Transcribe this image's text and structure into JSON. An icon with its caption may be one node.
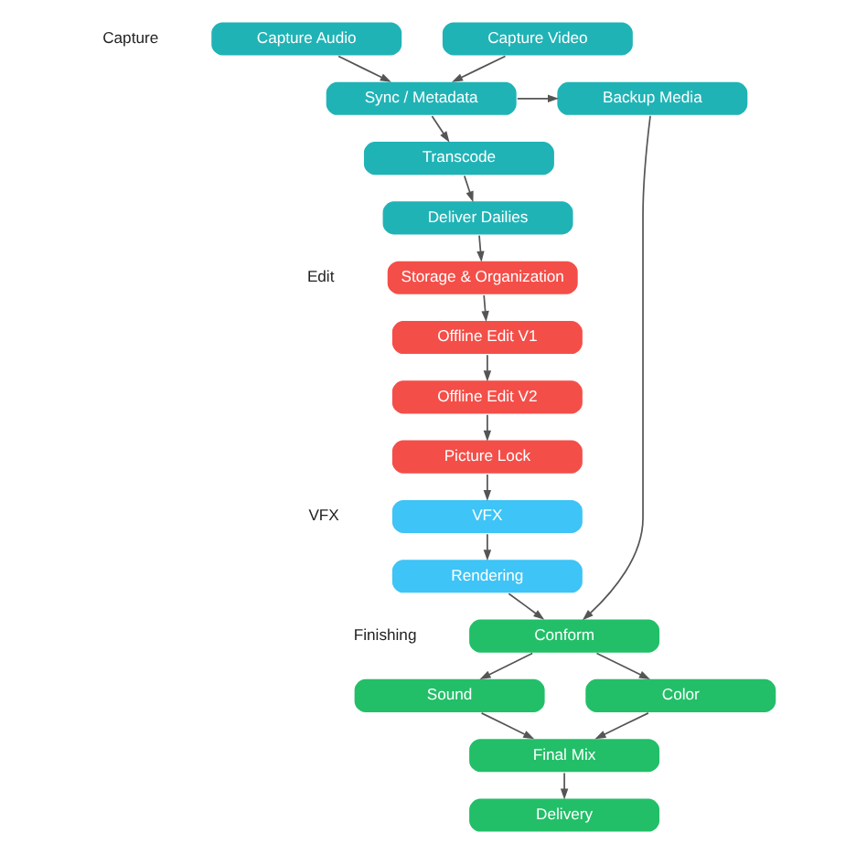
{
  "diagram": {
    "nodes": [
      {
        "text": [
          "Capture Audio"
        ]
      },
      {
        "text": [
          "Capture Video"
        ]
      },
      {
        "text": [
          "Sync / Metadata"
        ]
      },
      {
        "text": [
          "Backup Media"
        ]
      },
      {
        "text": [
          "Transcode"
        ]
      },
      {
        "text": [
          "Deliver Dailies"
        ]
      },
      {
        "text": [
          "Storage & Organization"
        ]
      },
      {
        "text": [
          "Offline Edit V1"
        ]
      },
      {
        "text": [
          "Offline Edit V2"
        ]
      },
      {
        "text": [
          "Picture Lock"
        ]
      },
      {
        "text": [
          "VFX"
        ]
      },
      {
        "text": [
          "Rendering"
        ]
      },
      {
        "text": [
          "Conform"
        ]
      },
      {
        "text": [
          "Sound"
        ]
      },
      {
        "text": [
          "Color"
        ]
      },
      {
        "text": [
          "Final Mix"
        ]
      },
      {
        "text": [
          "Delivery"
        ]
      }
    ],
    "edges": [
      {
        "from": 0,
        "to": 2,
        "arrow": "to"
      },
      {
        "from": 1,
        "to": 2,
        "arrow": "to"
      },
      {
        "from": 2,
        "to": 3,
        "arrow": "to"
      },
      {
        "from": 2,
        "to": 4,
        "arrow": "to"
      },
      {
        "from": 4,
        "to": 5,
        "arrow": "to"
      },
      {
        "from": 5,
        "to": 6,
        "arrow": "to"
      },
      {
        "from": 6,
        "to": 7,
        "arrow": "to"
      },
      {
        "from": 7,
        "to": 8,
        "arrow": "to"
      },
      {
        "from": 8,
        "to": 9,
        "arrow": "to"
      },
      {
        "from": 9,
        "to": 10,
        "arrow": "to"
      },
      {
        "from": 10,
        "to": 11,
        "arrow": "to"
      },
      {
        "from": 11,
        "to": 12,
        "arrow": "to"
      },
      {
        "from": 3,
        "to": 12,
        "arrow": "to"
      },
      {
        "from": 12,
        "to": 13,
        "arrow": "to"
      },
      {
        "from": 12,
        "to": 14,
        "arrow": "to"
      },
      {
        "from": 14,
        "to": 15,
        "arrow": "to"
      },
      {
        "from": 13,
        "to": 15,
        "arrow": "to"
      },
      {
        "from": 15,
        "to": 16,
        "arrow": "to"
      }
    ],
    "labels": [
      "Capture",
      "Edit",
      "VFX",
      "Finishing"
    ]
  }
}
